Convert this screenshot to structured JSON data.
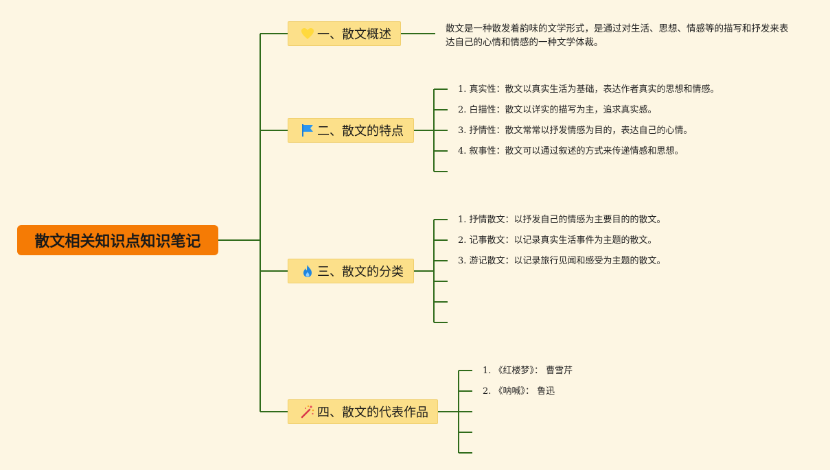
{
  "root": {
    "title": "散文相关知识点知识笔记"
  },
  "colors": {
    "line": "#2f6b1a",
    "root_bg": "#f57b05",
    "branch_bg": "#fce08a",
    "background": "#fdf6e3"
  },
  "branches": [
    {
      "label": "一、散文概述",
      "icon": "heart-icon",
      "text": "散文是一种散发着韵味的文学形式，是通过对生活、思想、情感等的描写和抒发来表达自己的心情和情感的一种文学体裁。"
    },
    {
      "label": "二、散文的特点",
      "icon": "flag-icon",
      "items": [
        "1. 真实性：散文以真实生活为基础，表达作者真实的思想和情感。",
        "2. 白描性：散文以详实的描写为主，追求真实感。",
        "3. 抒情性：散文常常以抒发情感为目的，表达自己的心情。",
        "4. 叙事性：散文可以通过叙述的方式来传递情感和思想。"
      ]
    },
    {
      "label": "三、散文的分类",
      "icon": "fire-icon",
      "items": [
        "1. 抒情散文：以抒发自己的情感为主要目的的散文。",
        "2. 记事散文：以记录真实生活事件为主题的散文。",
        "3. 游记散文：以记录旅行见闻和感受为主题的散文。"
      ]
    },
    {
      "label": "四、散文的代表作品",
      "icon": "sparkle-wand-icon",
      "items": [
        "1. 《红楼梦》：  曹雪芹",
        "2. 《呐喊》：  鲁迅"
      ]
    }
  ]
}
